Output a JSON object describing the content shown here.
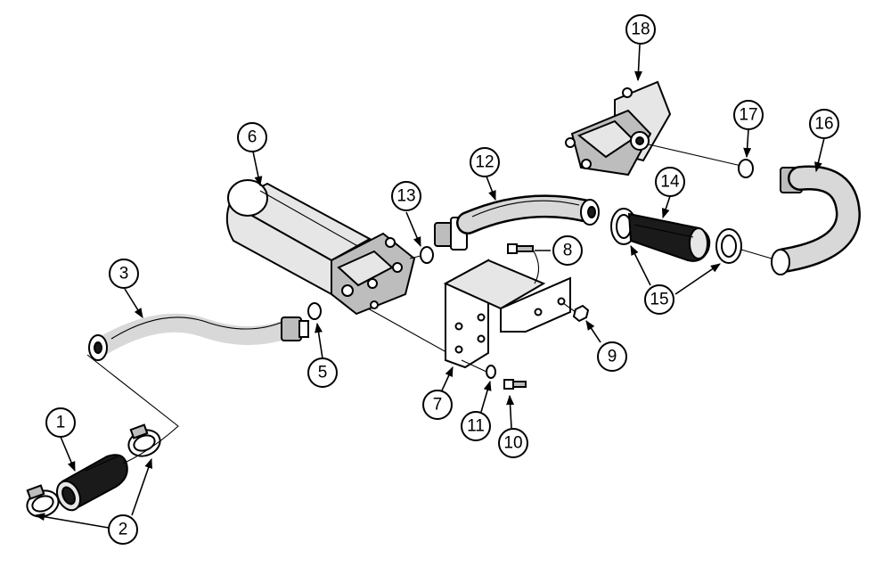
{
  "callouts": [
    {
      "id": "1",
      "label": "1"
    },
    {
      "id": "2",
      "label": "2"
    },
    {
      "id": "3",
      "label": "3"
    },
    {
      "id": "5",
      "label": "5"
    },
    {
      "id": "6",
      "label": "6"
    },
    {
      "id": "7",
      "label": "7"
    },
    {
      "id": "8",
      "label": "8"
    },
    {
      "id": "9",
      "label": "9"
    },
    {
      "id": "10",
      "label": "10"
    },
    {
      "id": "11",
      "label": "11"
    },
    {
      "id": "12",
      "label": "12"
    },
    {
      "id": "13",
      "label": "13"
    },
    {
      "id": "14",
      "label": "14"
    },
    {
      "id": "15",
      "label": "15"
    },
    {
      "id": "16",
      "label": "16"
    },
    {
      "id": "17",
      "label": "17"
    },
    {
      "id": "18",
      "label": "18"
    }
  ]
}
